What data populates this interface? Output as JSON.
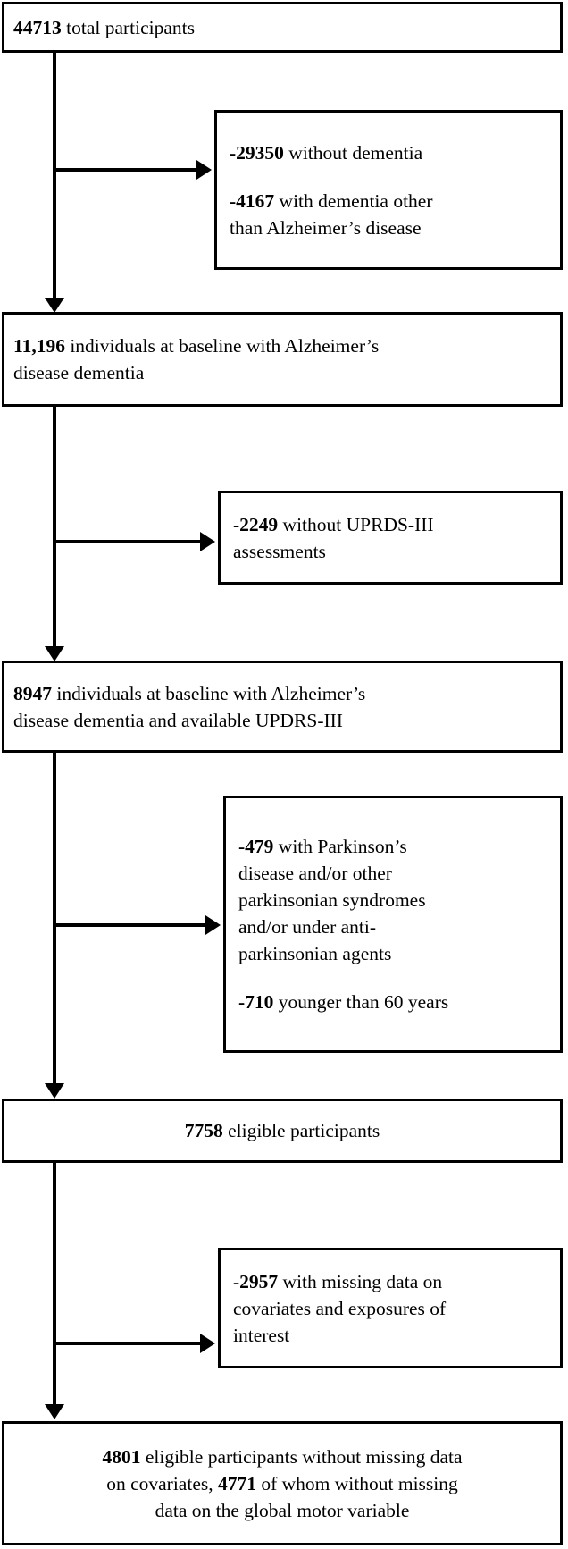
{
  "diagram": {
    "type": "participant-flow-chart",
    "title": "Study participant selection flow",
    "orientation": "vertical",
    "colors": {
      "stroke": "#000000",
      "fill": "#ffffff",
      "text": "#000000"
    },
    "main_boxes": [
      {
        "id": "total-participants",
        "align": "left",
        "lines": [
          [
            {
              "t": "44713",
              "b": true
            },
            {
              "t": " total participants",
              "b": false
            }
          ]
        ]
      },
      {
        "id": "baseline-ad-dementia",
        "align": "left",
        "lines": [
          [
            {
              "t": "11,196",
              "b": true
            },
            {
              "t": " individuals at baseline with Alzheimer’s",
              "b": false
            }
          ],
          [
            {
              "t": "disease dementia",
              "b": false
            }
          ]
        ]
      },
      {
        "id": "baseline-ad-updrs",
        "align": "left",
        "lines": [
          [
            {
              "t": "8947",
              "b": true
            },
            {
              "t": " individuals at baseline with Alzheimer’s",
              "b": false
            }
          ],
          [
            {
              "t": "disease dementia and available UPDRS-III",
              "b": false
            }
          ]
        ]
      },
      {
        "id": "eligible-participants",
        "align": "center",
        "lines": [
          [
            {
              "t": "7758",
              "b": true
            },
            {
              "t": " eligible participants",
              "b": false
            }
          ]
        ]
      },
      {
        "id": "final-analytic-sample",
        "align": "center",
        "lines": [
          [
            {
              "t": "4801",
              "b": true
            },
            {
              "t": " eligible participants without missing data",
              "b": false
            }
          ],
          [
            {
              "t": "on covariates, ",
              "b": false
            },
            {
              "t": "4771",
              "b": true
            },
            {
              "t": " of whom without missing",
              "b": false
            }
          ],
          [
            {
              "t": "data on the global motor variable",
              "b": false
            }
          ]
        ]
      }
    ],
    "exclusion_boxes": [
      {
        "id": "exclusion-dementia",
        "paragraphs": [
          {
            "lines": [
              [
                {
                  "t": "-29350",
                  "b": true
                },
                {
                  "t": " without dementia",
                  "b": false
                }
              ]
            ]
          },
          {
            "lines": [
              [
                {
                  "t": "-4167",
                  "b": true
                },
                {
                  "t": " with dementia other",
                  "b": false
                }
              ],
              [
                {
                  "t": "than Alzheimer’s disease",
                  "b": false
                }
              ]
            ]
          }
        ]
      },
      {
        "id": "exclusion-no-updrs",
        "paragraphs": [
          {
            "lines": [
              [
                {
                  "t": "-2249",
                  "b": true
                },
                {
                  "t": " without UPRDS-III",
                  "b": false
                }
              ],
              [
                {
                  "t": "assessments",
                  "b": false
                }
              ]
            ]
          }
        ]
      },
      {
        "id": "exclusion-parkinsonism-age",
        "paragraphs": [
          {
            "lines": [
              [
                {
                  "t": "-479",
                  "b": true
                },
                {
                  "t": " with Parkinson’s",
                  "b": false
                }
              ],
              [
                {
                  "t": "disease and/or other",
                  "b": false
                }
              ],
              [
                {
                  "t": "parkinsonian syndromes",
                  "b": false
                }
              ],
              [
                {
                  "t": "and/or under anti-",
                  "b": false
                }
              ],
              [
                {
                  "t": "parkinsonian agents",
                  "b": false
                }
              ]
            ]
          },
          {
            "lines": [
              [
                {
                  "t": "-710",
                  "b": true
                },
                {
                  "t": " younger than 60 years",
                  "b": false
                }
              ]
            ]
          }
        ]
      },
      {
        "id": "exclusion-missing-data",
        "paragraphs": [
          {
            "lines": [
              [
                {
                  "t": "-2957",
                  "b": true
                },
                {
                  "t": " with missing data on",
                  "b": false
                }
              ],
              [
                {
                  "t": "covariates and exposures of",
                  "b": false
                }
              ],
              [
                {
                  "t": "interest",
                  "b": false
                }
              ]
            ]
          }
        ]
      }
    ],
    "connector_icons": [
      {
        "name": "arrow-down-icon",
        "count": 4
      },
      {
        "name": "arrow-right-icon",
        "count": 4
      }
    ]
  }
}
